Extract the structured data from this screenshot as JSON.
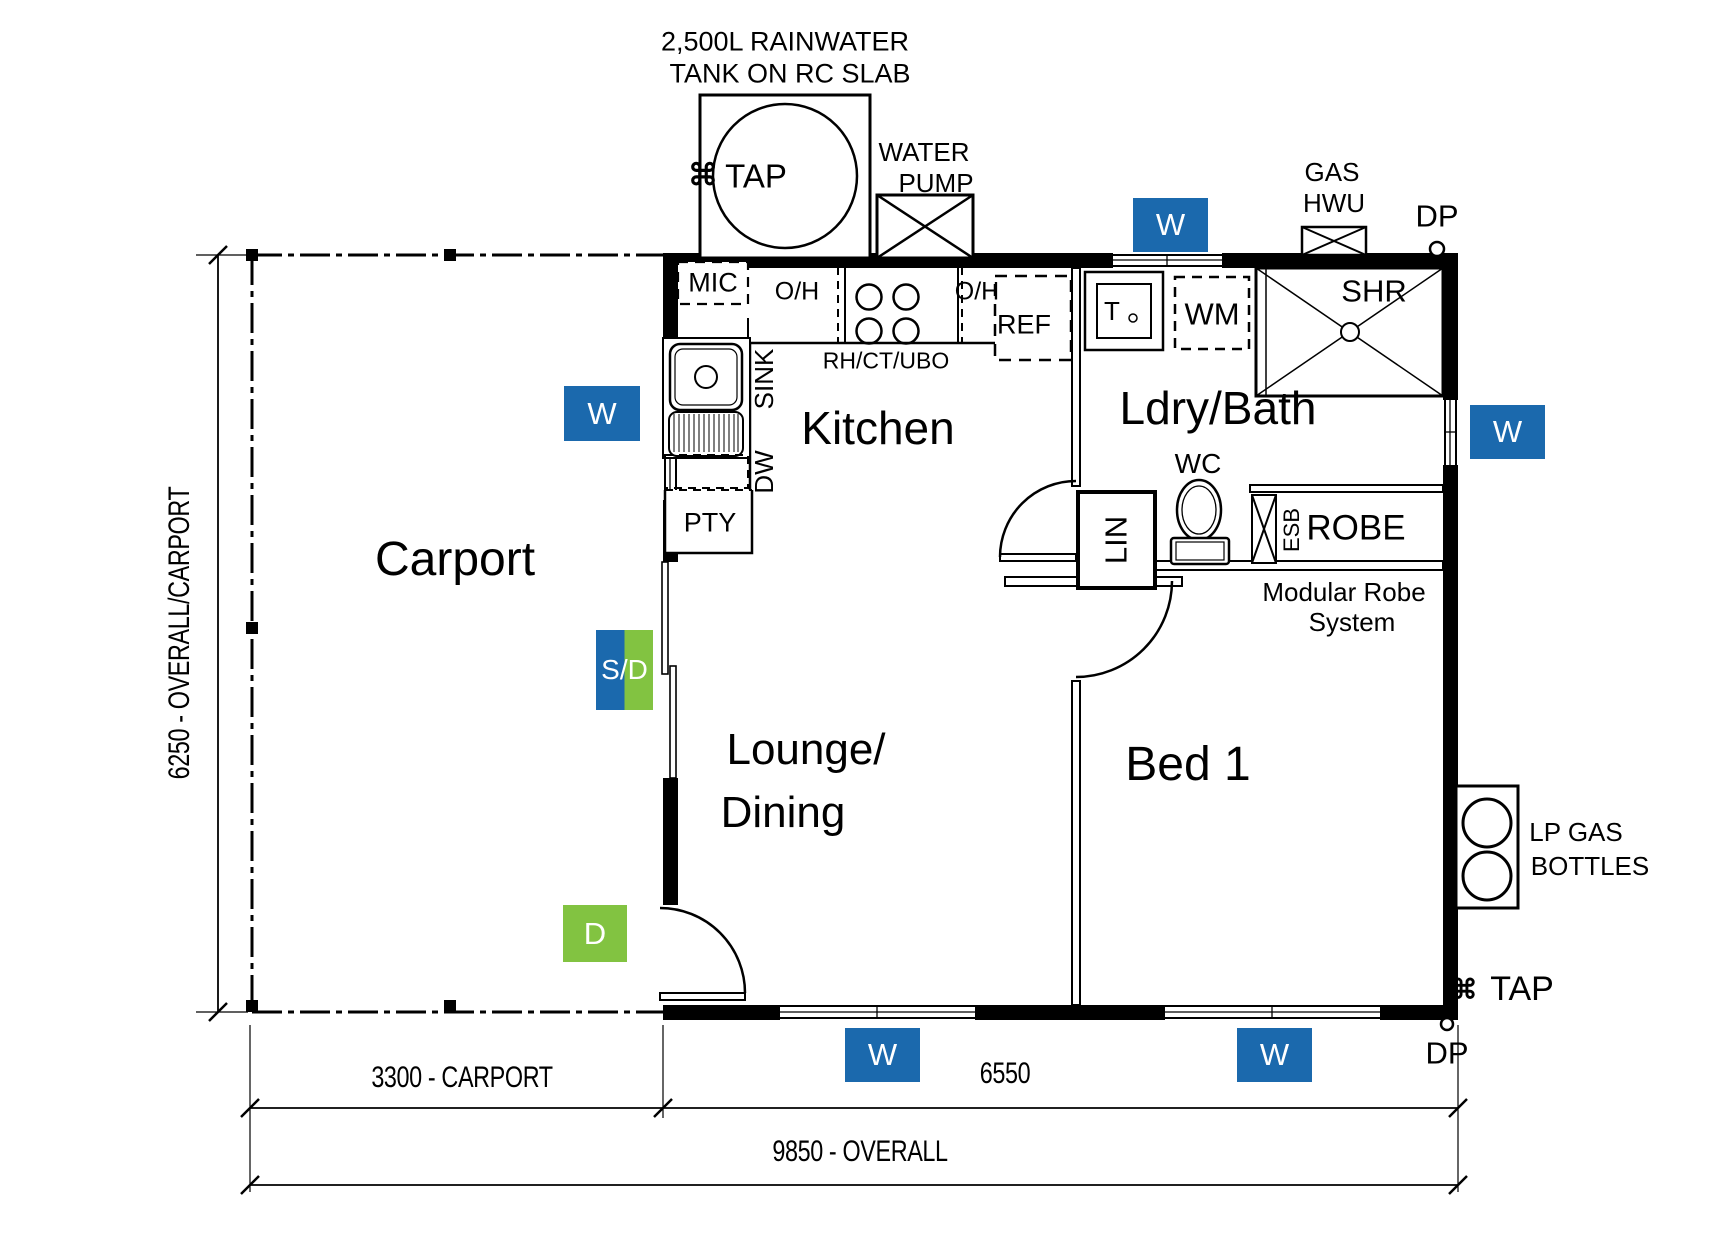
{
  "plan": {
    "tank": {
      "caption_line1": "2,500L RAINWATER",
      "caption_line2": "TANK ON RC SLAB"
    },
    "pump": {
      "line1": "WATER",
      "line2": "PUMP"
    },
    "hwu": {
      "line1": "GAS",
      "line2": "HWU"
    },
    "lp_gas": {
      "line1": "LP GAS",
      "line2": "BOTTLES"
    },
    "annotations": {
      "tap": "TAP",
      "dp": "DP"
    },
    "icons": {
      "tap": "⌘"
    },
    "rooms": {
      "carport": "Carport",
      "kitchen": "Kitchen",
      "ldry_bath": "Ldry/Bath",
      "lounge_line1": "Lounge/",
      "lounge_line2": "Dining",
      "bed": "Bed 1"
    },
    "kitchen": {
      "mic": "MIC",
      "oh": "O/H",
      "rh_ct_ubo": "RH/CT/UBO",
      "ref": "REF",
      "sink": "SINK",
      "dw": "DW",
      "pty": "PTY"
    },
    "laundry": {
      "tub": "T",
      "wm": "WM",
      "shr": "SHR",
      "wc": "WC",
      "lin": "LIN",
      "esb": "ESB",
      "robe": "ROBE",
      "modular_line1": "Modular Robe",
      "modular_line2": "System"
    },
    "markers": {
      "window": "W",
      "door": "D",
      "sliding_door": "S/D"
    },
    "dimensions": {
      "left_vertical": "6250 - OVERALL/CARPORT",
      "carport_width": "3300 - CARPORT",
      "building_width": "6550",
      "overall_width": "9850 - OVERALL"
    },
    "colors": {
      "window_marker": "#1b69ad",
      "door_marker": "#82c341",
      "wall": "#000000"
    }
  }
}
